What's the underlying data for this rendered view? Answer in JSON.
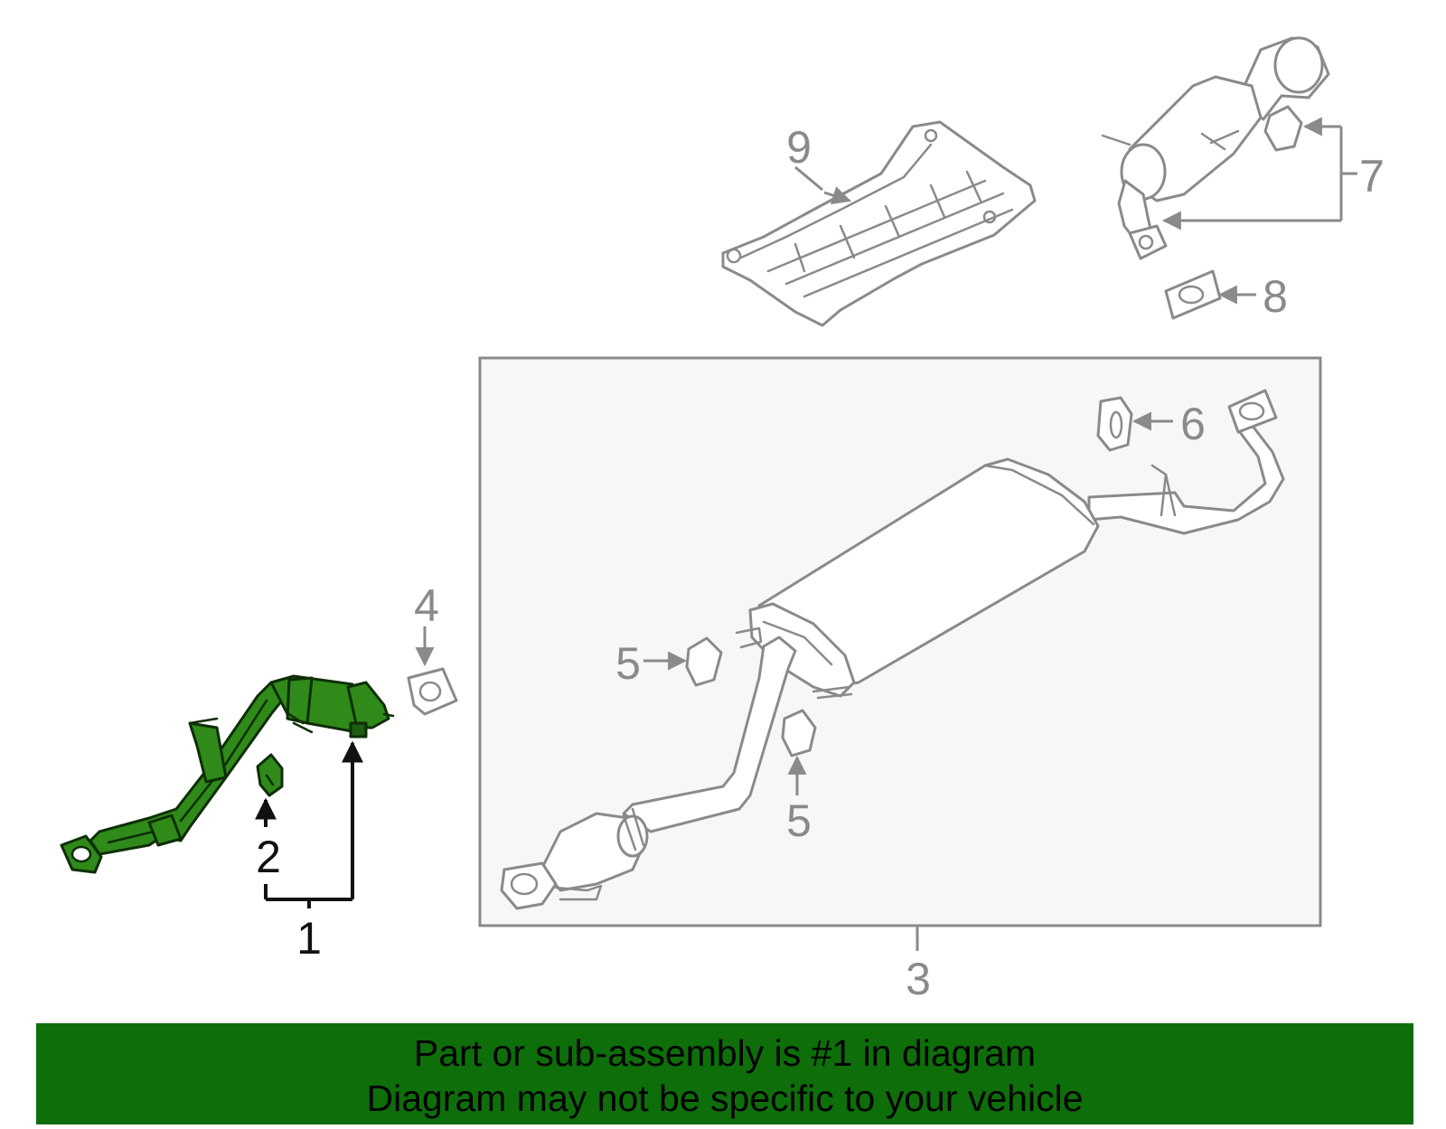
{
  "colors": {
    "highlight_part": "#2f8a1a",
    "banner_bg": "#0e6e0a",
    "line_gray": "#8a8a8a",
    "assembly_box_bg": "#f7f7f7",
    "active_text": "#111111"
  },
  "callouts": {
    "c1": "1",
    "c2": "2",
    "c3": "3",
    "c4": "4",
    "c5a": "5",
    "c5b": "5",
    "c6": "6",
    "c7": "7",
    "c8": "8",
    "c9": "9"
  },
  "banner": {
    "line1": "Part or sub-assembly is #1 in diagram",
    "line2": "Diagram may not be specific to your vehicle"
  }
}
